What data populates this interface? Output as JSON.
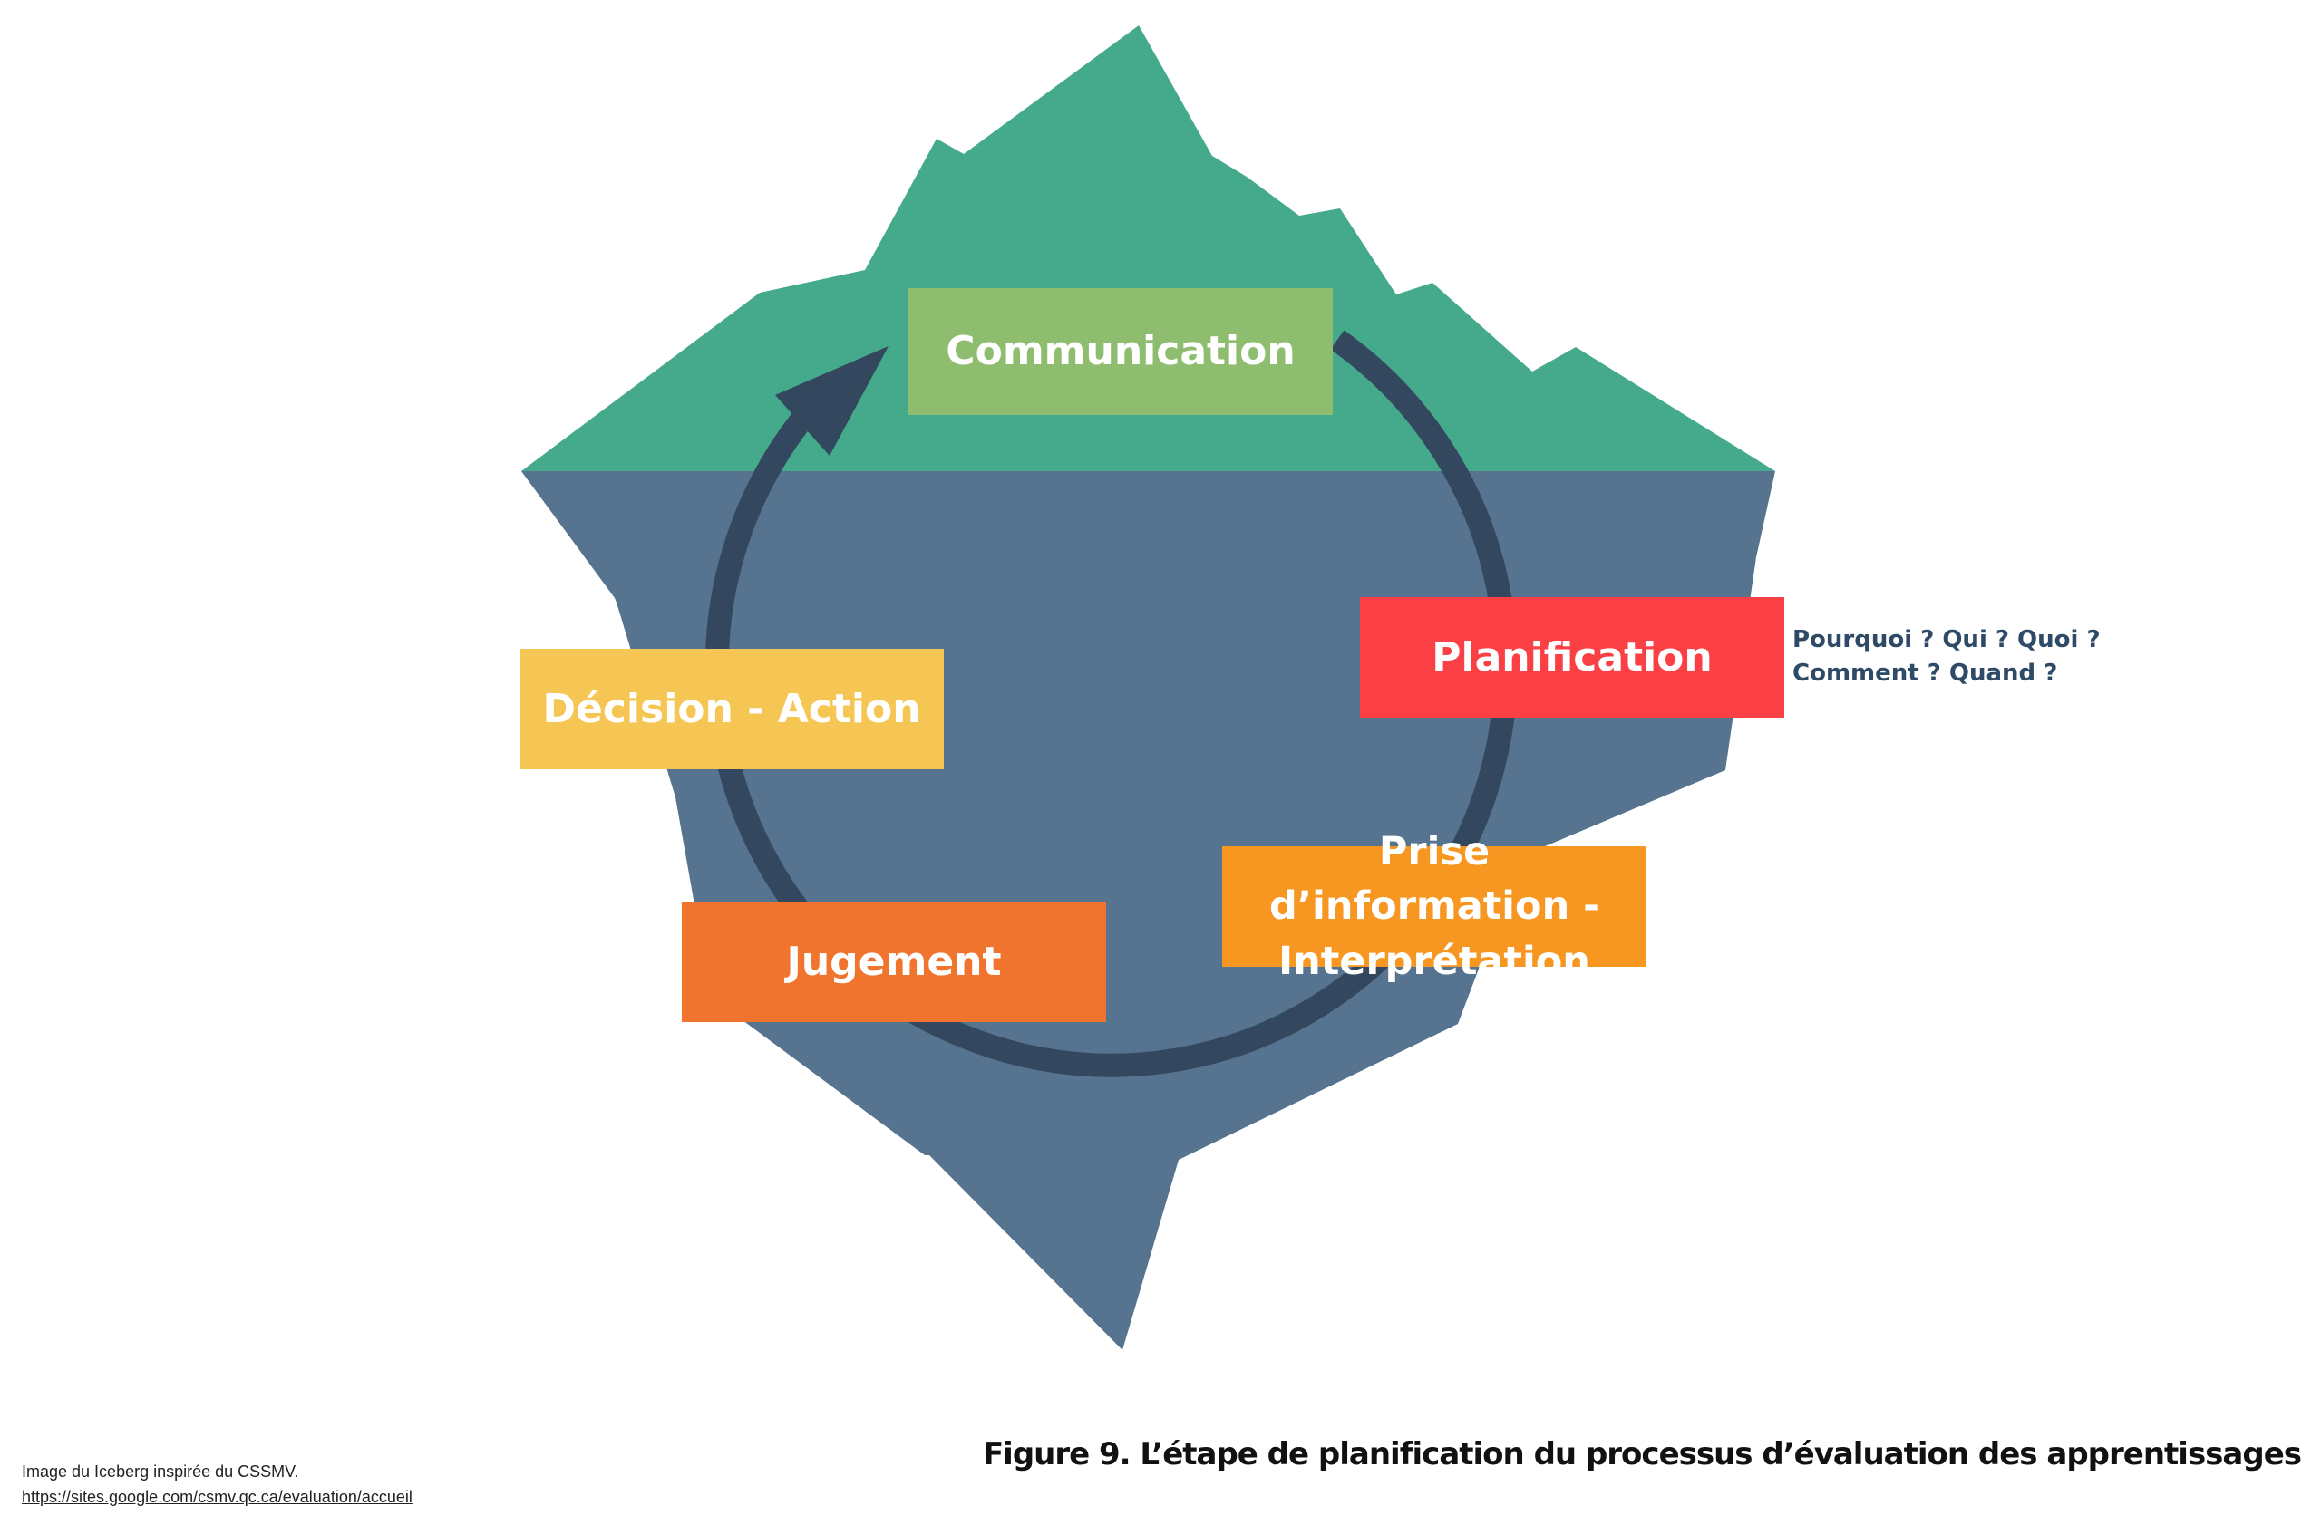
{
  "colors": {
    "iceberg_top": "#45aa8b",
    "iceberg_bottom": "#56748f",
    "arrow": "#33485e",
    "communication": "#8fbd6f",
    "planification": "#fb4045",
    "prise": "#f79722",
    "jugement": "#f0742e",
    "decision": "#f6c654",
    "questions_text": "#2e4a66"
  },
  "steps": {
    "communication": "Communication",
    "planification": "Planification",
    "prise_line1": "Prise d’information -",
    "prise_line2": "Interprétation",
    "jugement": "Jugement",
    "decision": "Décision - Action"
  },
  "questions": {
    "line1": "Pourquoi ? Qui ? Quoi ?",
    "line2": "Comment ? Quand ?"
  },
  "credit": {
    "line1": "Image du Iceberg inspirée du CSSMV.",
    "link": "https://sites.google.com/csmv.qc.ca/evaluation/accueil"
  },
  "caption": "Figure 9.  L’étape de  planification du processus d’évaluation des apprentissages"
}
